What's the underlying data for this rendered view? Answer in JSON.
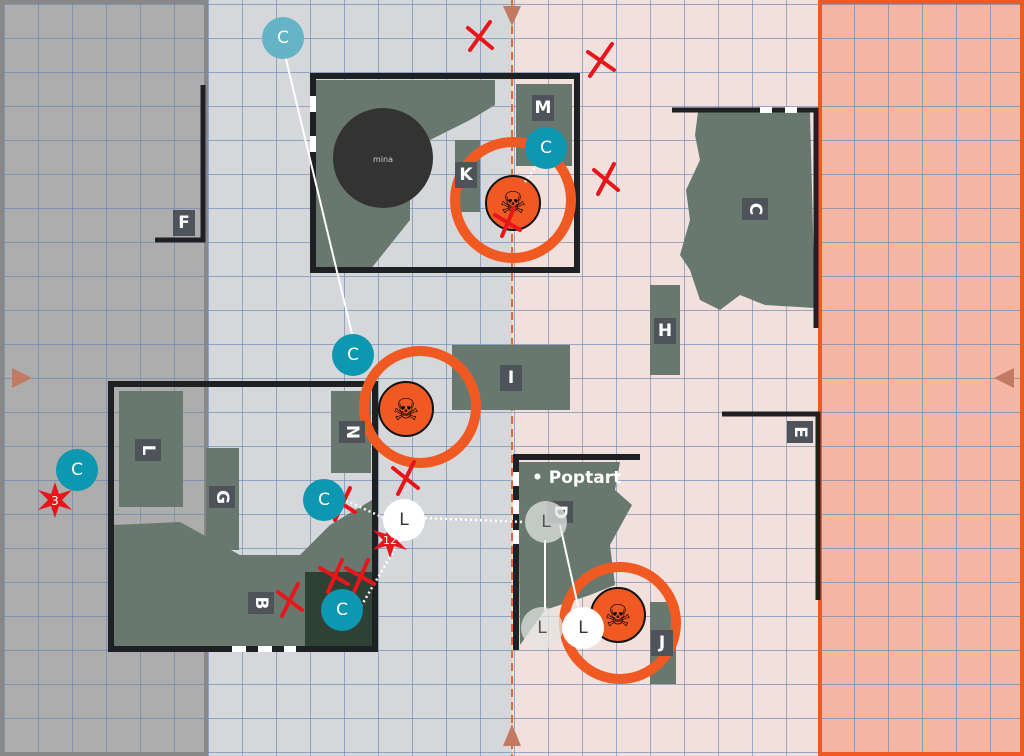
{
  "map": {
    "objective_label": "mina",
    "player_name": "Poptart",
    "room_labels": {
      "F": "F",
      "K": "K",
      "M": "M",
      "C": "C",
      "H": "H",
      "I": "I",
      "N": "N",
      "L": "L",
      "G": "G",
      "B": "B",
      "D": "D",
      "J": "J",
      "E": "E"
    },
    "tokens": {
      "c": "C",
      "l": "L"
    },
    "damage_markers": [
      "3",
      "12"
    ]
  },
  "colors": {
    "accent": "#f05a22",
    "teal": "#0e97b0",
    "zone_dark": "#adadad",
    "zone_light": "#d5d7da",
    "zone_pink": "#f2e0dc",
    "zone_salmon": "#f4b6a3",
    "terrain": "#68786f"
  }
}
